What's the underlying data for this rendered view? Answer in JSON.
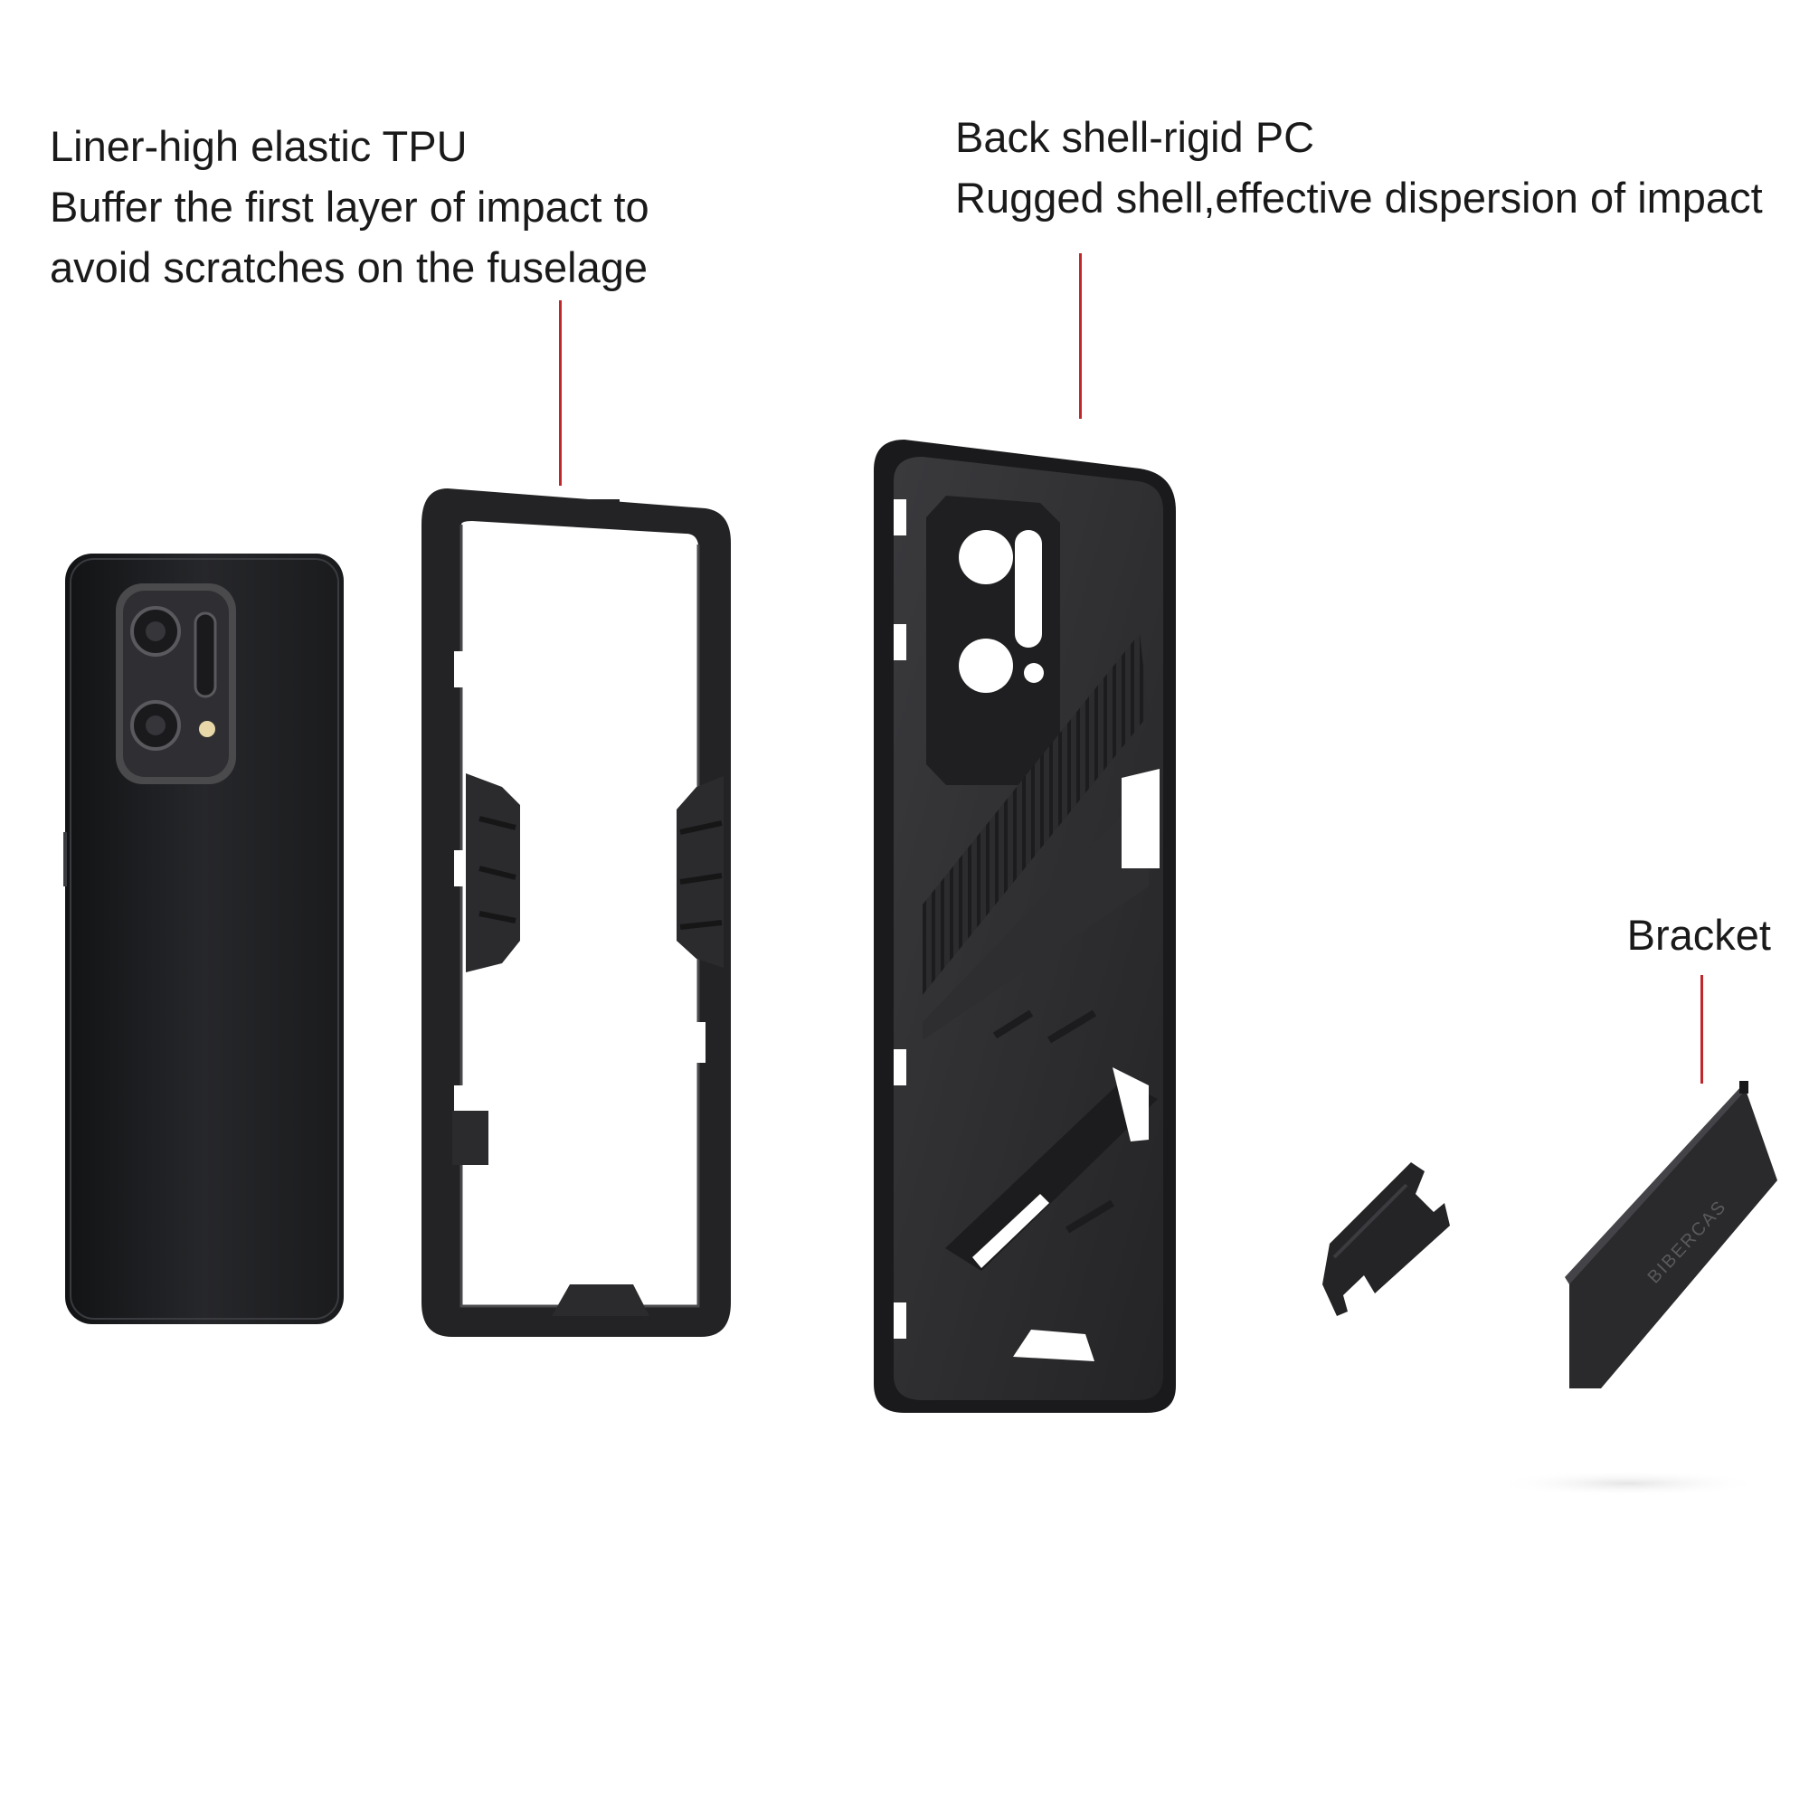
{
  "callouts": {
    "liner": {
      "lines": [
        "Liner-high elastic TPU",
        "Buffer the first layer of impact to",
        "avoid scratches on the fuselage"
      ]
    },
    "shell": {
      "lines": [
        "Back shell-rigid PC",
        "Rugged shell,effective dispersion of impact"
      ]
    },
    "bracket": {
      "lines": [
        "Bracket"
      ]
    }
  },
  "brand_mark": "BIBERCAS",
  "colors": {
    "text": "#1a1a1a",
    "leader_line": "#c0272d",
    "case_black": "#2b2b2d",
    "phone_black": "#1e1f22",
    "background": "#ffffff"
  },
  "icons": {
    "phone": "phone-back-icon",
    "tpu_liner": "tpu-frame-icon",
    "pc_shell": "pc-shell-icon",
    "hinge": "bracket-hinge-icon",
    "kickstand": "kickstand-plate-icon"
  }
}
